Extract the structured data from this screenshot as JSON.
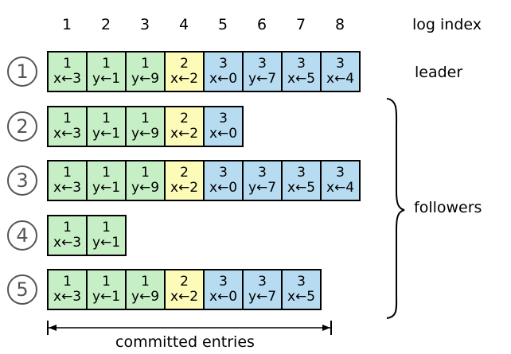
{
  "log_index_label": "log index",
  "leader_label": "leader",
  "followers_label": "followers",
  "committed_label": "committed entries",
  "indices": [
    "1",
    "2",
    "3",
    "4",
    "5",
    "6",
    "7",
    "8"
  ],
  "term_colors": {
    "1": "#c6efc6",
    "2": "#fdfbb8",
    "3": "#b7dcf2"
  },
  "servers": [
    {
      "label": "1",
      "entries": [
        {
          "term": "1",
          "cmd": "x←3"
        },
        {
          "term": "1",
          "cmd": "y←1"
        },
        {
          "term": "1",
          "cmd": "y←9"
        },
        {
          "term": "2",
          "cmd": "x←2"
        },
        {
          "term": "3",
          "cmd": "x←0"
        },
        {
          "term": "3",
          "cmd": "y←7"
        },
        {
          "term": "3",
          "cmd": "x←5"
        },
        {
          "term": "3",
          "cmd": "x←4"
        }
      ]
    },
    {
      "label": "2",
      "entries": [
        {
          "term": "1",
          "cmd": "x←3"
        },
        {
          "term": "1",
          "cmd": "y←1"
        },
        {
          "term": "1",
          "cmd": "y←9"
        },
        {
          "term": "2",
          "cmd": "x←2"
        },
        {
          "term": "3",
          "cmd": "x←0"
        }
      ]
    },
    {
      "label": "3",
      "entries": [
        {
          "term": "1",
          "cmd": "x←3"
        },
        {
          "term": "1",
          "cmd": "y←1"
        },
        {
          "term": "1",
          "cmd": "y←9"
        },
        {
          "term": "2",
          "cmd": "x←2"
        },
        {
          "term": "3",
          "cmd": "x←0"
        },
        {
          "term": "3",
          "cmd": "y←7"
        },
        {
          "term": "3",
          "cmd": "x←5"
        },
        {
          "term": "3",
          "cmd": "x←4"
        }
      ]
    },
    {
      "label": "4",
      "entries": [
        {
          "term": "1",
          "cmd": "x←3"
        },
        {
          "term": "1",
          "cmd": "y←1"
        }
      ]
    },
    {
      "label": "5",
      "entries": [
        {
          "term": "1",
          "cmd": "x←3"
        },
        {
          "term": "1",
          "cmd": "y←1"
        },
        {
          "term": "1",
          "cmd": "y←9"
        },
        {
          "term": "2",
          "cmd": "x←2"
        },
        {
          "term": "3",
          "cmd": "x←0"
        },
        {
          "term": "3",
          "cmd": "y←7"
        },
        {
          "term": "3",
          "cmd": "x←5"
        }
      ]
    }
  ]
}
